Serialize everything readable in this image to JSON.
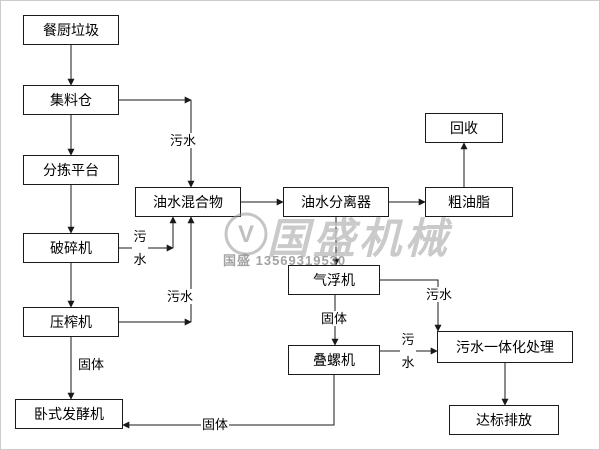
{
  "nodes": [
    {
      "id": "kitchen-waste",
      "label": "餐厨垃圾"
    },
    {
      "id": "collection-bin",
      "label": "集料仓"
    },
    {
      "id": "sorting-platform",
      "label": "分拣平台"
    },
    {
      "id": "crusher",
      "label": "破碎机"
    },
    {
      "id": "press",
      "label": "压榨机"
    },
    {
      "id": "horizontal-fermenter",
      "label": "卧式发酵机"
    },
    {
      "id": "oil-water-mixture",
      "label": "油水混合物"
    },
    {
      "id": "oil-water-separator",
      "label": "油水分离器"
    },
    {
      "id": "air-flotation-machine",
      "label": "气浮机"
    },
    {
      "id": "screw-stacker",
      "label": "叠螺机"
    },
    {
      "id": "recycle",
      "label": "回收"
    },
    {
      "id": "crude-grease",
      "label": "粗油脂"
    },
    {
      "id": "integrated-sewage-treatment",
      "label": "污水一体化处理"
    },
    {
      "id": "standard-discharge",
      "label": "达标排放"
    }
  ],
  "edge_labels": [
    {
      "id": "sewage-collection-to-mixture",
      "text": "污水"
    },
    {
      "id": "sewage-crusher-to-mixture",
      "text": "污水"
    },
    {
      "id": "sewage-press-to-mixture",
      "text": "污水"
    },
    {
      "id": "solid-press-to-fermenter",
      "text": "固体"
    },
    {
      "id": "sewage-flotation-to-treatment",
      "text": "污水"
    },
    {
      "id": "solid-flotation-to-stacker",
      "text": "固体"
    },
    {
      "id": "sewage-stacker-to-treatment",
      "text": "污水"
    },
    {
      "id": "solid-stacker-to-fermenter",
      "text": "固体"
    }
  ],
  "watermark": {
    "brand": "国盛机械",
    "logo_letter": "V",
    "sub": "国盛 13569319530"
  },
  "colors": {
    "line": "#1a1a1a",
    "box_border": "#1a1a1a",
    "background": "#ffffff",
    "watermark": "#999999"
  }
}
